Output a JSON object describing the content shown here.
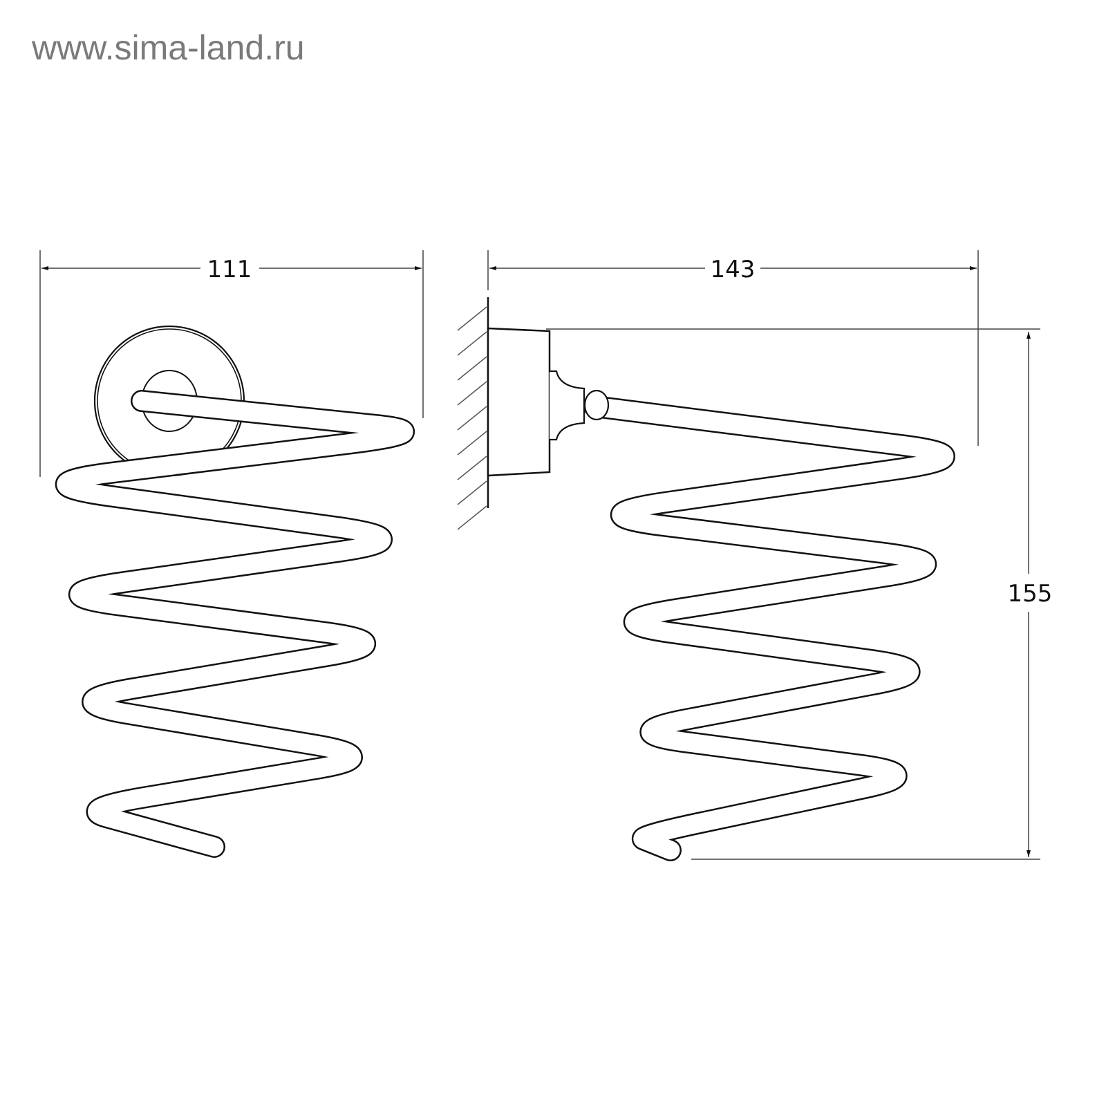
{
  "watermark": "www.sima-land.ru",
  "dimensions": {
    "front_width": "111",
    "side_depth": "143",
    "height": "155"
  },
  "colors": {
    "line": "#111111",
    "dim_line": "#444444",
    "watermark": "#7a7a7a"
  }
}
